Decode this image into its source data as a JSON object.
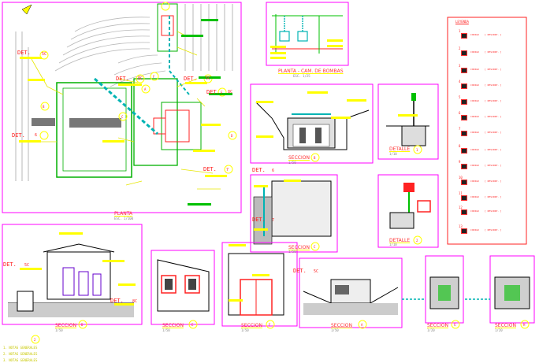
{
  "plan": {
    "title": "PLANTA",
    "scale": "ESC. 1/100",
    "det_labels": [
      "DET.",
      "DET.",
      "DET.",
      "DET.",
      "DET.",
      "DET."
    ],
    "det_codes": [
      "5C",
      "8C",
      "5C",
      "8C",
      "6",
      "7"
    ],
    "circle_marks": [
      "A",
      "B",
      "C",
      "D",
      "E",
      "F"
    ]
  },
  "camara": {
    "title": "PLANTA - CAM. DE BOMBAS",
    "scale": "ESC. 1/25"
  },
  "sections": [
    {
      "title": "SECCION",
      "mark": "B",
      "scale": "1/50"
    },
    {
      "title": "DETALLE",
      "mark": "1",
      "scale": "1/10"
    },
    {
      "title": "DETALLE",
      "mark": "2",
      "scale": "1/10"
    },
    {
      "title": "SECCION",
      "mark": "C",
      "scale": "1/50"
    },
    {
      "title": "SECCION",
      "mark": "D",
      "scale": "1/50"
    },
    {
      "title": "SECCION",
      "mark": "E",
      "scale": "1/50"
    },
    {
      "title": "SECCION",
      "mark": "F",
      "scale": "1/50"
    },
    {
      "title": "SECCION",
      "mark": "A",
      "scale": "1/50"
    },
    {
      "title": "SECCION",
      "mark": "G",
      "scale": "1/20"
    },
    {
      "title": "SECCION",
      "mark": "H",
      "scale": "1/20"
    }
  ],
  "section_dets": {
    "d_det": "DET.",
    "d_code": "5C",
    "d_det2": "DET.",
    "d_code2": "8C",
    "c_det": "DET.",
    "c_code": "6",
    "c_det2": "DET.",
    "c_code2": "7",
    "a_det": "DET.",
    "a_code": "5C"
  },
  "legend": {
    "title": "LEYENDA",
    "rows": [
      {
        "num": "1",
        "key": "CODIGO",
        "val": "[ DESCRIP. ]"
      },
      {
        "num": "2",
        "key": "CODIGO",
        "val": "[ DESCRIP. ]"
      },
      {
        "num": "3",
        "key": "CODIGO",
        "val": "[ DESCRIP. ]"
      },
      {
        "num": "4",
        "key": "CODIGO",
        "val": "[ DESCRIP. ]"
      },
      {
        "num": "5",
        "key": "CODIGO",
        "val": "[ DESCRIP. ]"
      },
      {
        "num": "6",
        "key": "CODIGO",
        "val": "[ DESCRIP. ]"
      },
      {
        "num": "7",
        "key": "CODIGO",
        "val": "[ DESCRIP. ]"
      },
      {
        "num": "8",
        "key": "CODIGO",
        "val": "[ DESCRIP. ]"
      },
      {
        "num": "9",
        "key": "CODIGO",
        "val": "[ DESCRIP. ]"
      },
      {
        "num": "10",
        "key": "CODIGO",
        "val": "[ DESCRIP. ]"
      },
      {
        "num": "11",
        "key": "CODIGO",
        "val": "[ DESCRIP. ]"
      },
      {
        "num": "12",
        "key": "CODIGO",
        "val": "[ DESCRIP. ]"
      },
      {
        "num": "13",
        "key": "CODIGO",
        "val": "[ DESCRIP. ]"
      }
    ]
  },
  "notes": {
    "mark": "2",
    "lines": [
      "1. NOTAS GENERALES",
      "2. NOTAS GENERALES",
      "3. NOTAS GENERALES"
    ]
  },
  "colors": {
    "yellow": "#ffff00",
    "red": "#ff2222",
    "cyan": "#00e5e5",
    "green": "#00c000",
    "magenta": "#ff00ff",
    "black": "#000000",
    "grey": "#9a9a9a"
  }
}
